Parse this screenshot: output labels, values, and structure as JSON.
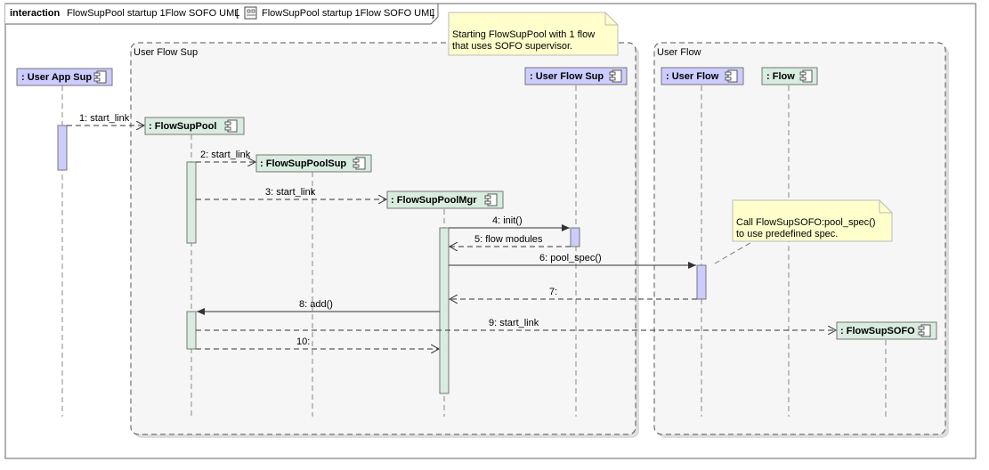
{
  "frame": {
    "keyword": "interaction",
    "title": "FlowSupPool startup 1Flow SOFO UML",
    "ref_label": "FlowSupPool startup 1Flow SOFO UML"
  },
  "groups": [
    {
      "id": "g1",
      "label": "User Flow Sup"
    },
    {
      "id": "g2",
      "label": "User Flow"
    }
  ],
  "notes": [
    {
      "id": "n1",
      "lines": [
        "Starting FlowSupPool with 1 flow",
        "that uses SOFO supervisor."
      ]
    },
    {
      "id": "n2",
      "lines": [
        "Call FlowSupSOFO:pool_spec()",
        "to use predefined spec."
      ]
    }
  ],
  "lifelines": [
    {
      "id": "appsup",
      "label": ": User App Sup",
      "kind": "purple"
    },
    {
      "id": "pool",
      "label": ": FlowSupPool",
      "kind": "green"
    },
    {
      "id": "poolsup",
      "label": ": FlowSupPoolSup",
      "kind": "green"
    },
    {
      "id": "mgr",
      "label": ": FlowSupPoolMgr",
      "kind": "green"
    },
    {
      "id": "ufs",
      "label": ": User Flow Sup",
      "kind": "purple"
    },
    {
      "id": "uf",
      "label": ": User Flow",
      "kind": "purple"
    },
    {
      "id": "flow",
      "label": ": Flow",
      "kind": "green"
    },
    {
      "id": "sofo",
      "label": ": FlowSupSOFO",
      "kind": "green"
    }
  ],
  "messages": [
    {
      "id": "m1",
      "label": "1:  start_link",
      "from": "appsup",
      "to": "pool",
      "type": "create"
    },
    {
      "id": "m2",
      "label": "2:  start_link",
      "from": "pool",
      "to": "poolsup",
      "type": "create"
    },
    {
      "id": "m3",
      "label": "3:  start_link",
      "from": "pool",
      "to": "mgr",
      "type": "create"
    },
    {
      "id": "m4",
      "label": "4:  init()",
      "from": "mgr",
      "to": "ufs",
      "type": "sync"
    },
    {
      "id": "m5",
      "label": "5:  flow modules",
      "from": "ufs",
      "to": "mgr",
      "type": "reply"
    },
    {
      "id": "m6",
      "label": "6:  pool_spec()",
      "from": "mgr",
      "to": "uf",
      "type": "sync"
    },
    {
      "id": "m7",
      "label": "7:",
      "from": "uf",
      "to": "mgr",
      "type": "reply"
    },
    {
      "id": "m8",
      "label": "8:  add()",
      "from": "mgr",
      "to": "pool",
      "type": "sync"
    },
    {
      "id": "m9",
      "label": "9:  start_link",
      "from": "pool",
      "to": "sofo",
      "type": "create"
    },
    {
      "id": "m10",
      "label": "10:",
      "from": "pool",
      "to": "mgr",
      "type": "reply"
    }
  ],
  "colors": {
    "purple_fill": "#ccccff",
    "green_fill": "#d8ece0",
    "note_fill": "#ffffcc",
    "line": "#555555"
  },
  "icons": [
    "component-icon",
    "frame-ref-icon"
  ]
}
